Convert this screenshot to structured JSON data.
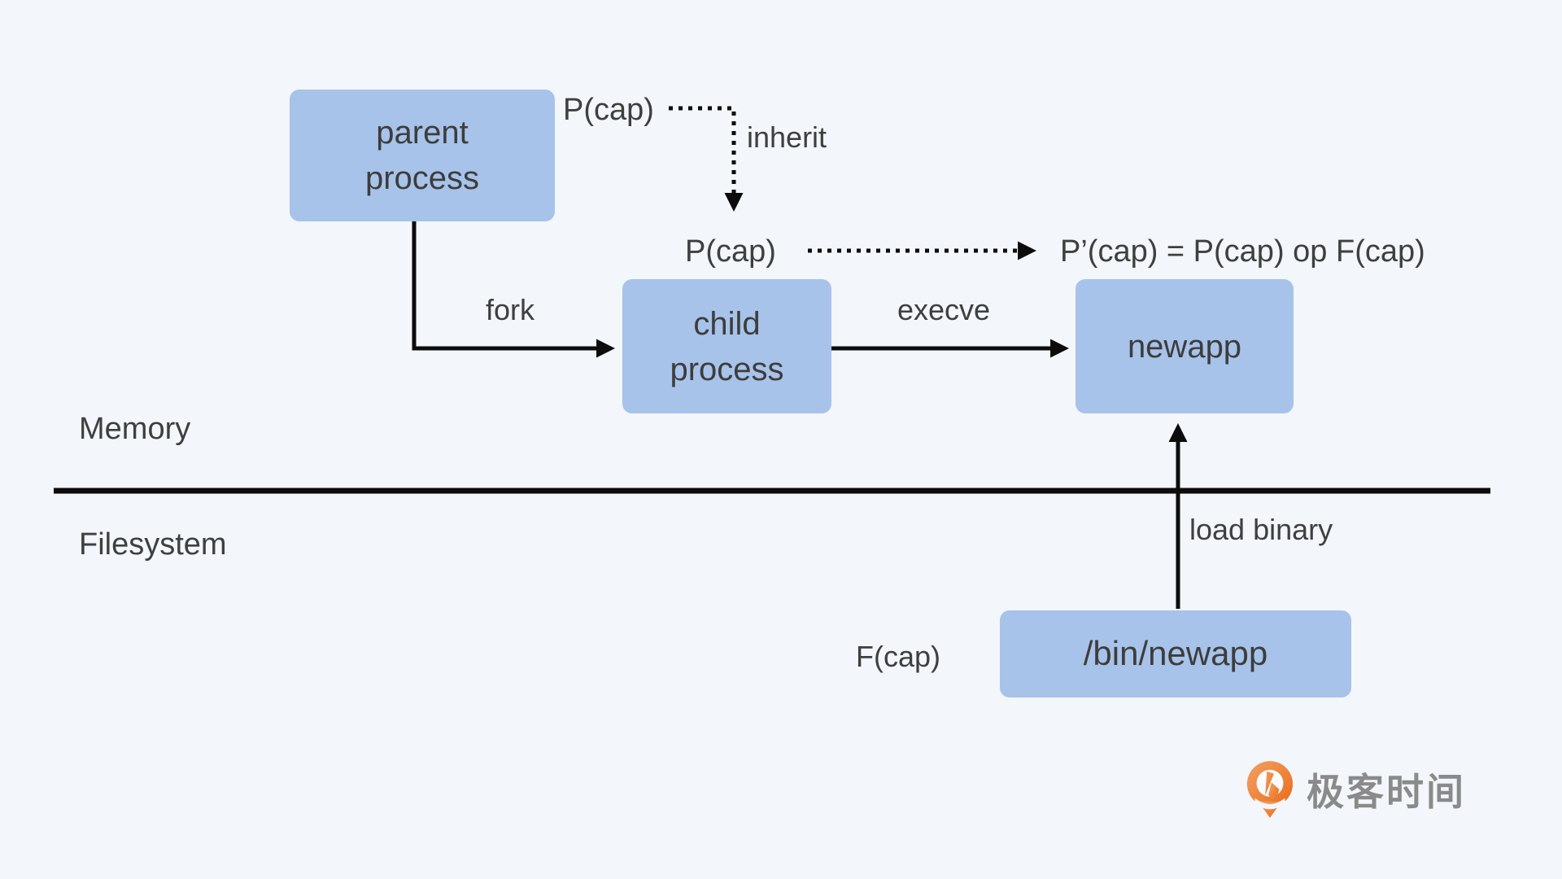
{
  "colors": {
    "background": "#f3f6fb",
    "node_fill": "#a7c3e9",
    "node_text": "#3d3d3d",
    "line": "#0c0c0c",
    "logo_orange_light": "#f4a163",
    "logo_orange_dark": "#e86c1a",
    "logo_text_gray": "#8a8a8a"
  },
  "nodes": {
    "parent_process": "parent\nprocess",
    "child_process": "child\nprocess",
    "newapp": "newapp",
    "bin_newapp": "/bin/newapp"
  },
  "labels": {
    "p_cap_parent": "P(cap)",
    "inherit": "inherit",
    "p_cap_child": "P(cap)",
    "formula": "P’(cap) = P(cap) op F(cap)",
    "fork": "fork",
    "execve": "execve",
    "memory": "Memory",
    "filesystem": "Filesystem",
    "load_binary": "load binary",
    "f_cap": "F(cap)"
  },
  "logo": {
    "icon": "geektime-pin-icon",
    "text": "极客时间"
  }
}
